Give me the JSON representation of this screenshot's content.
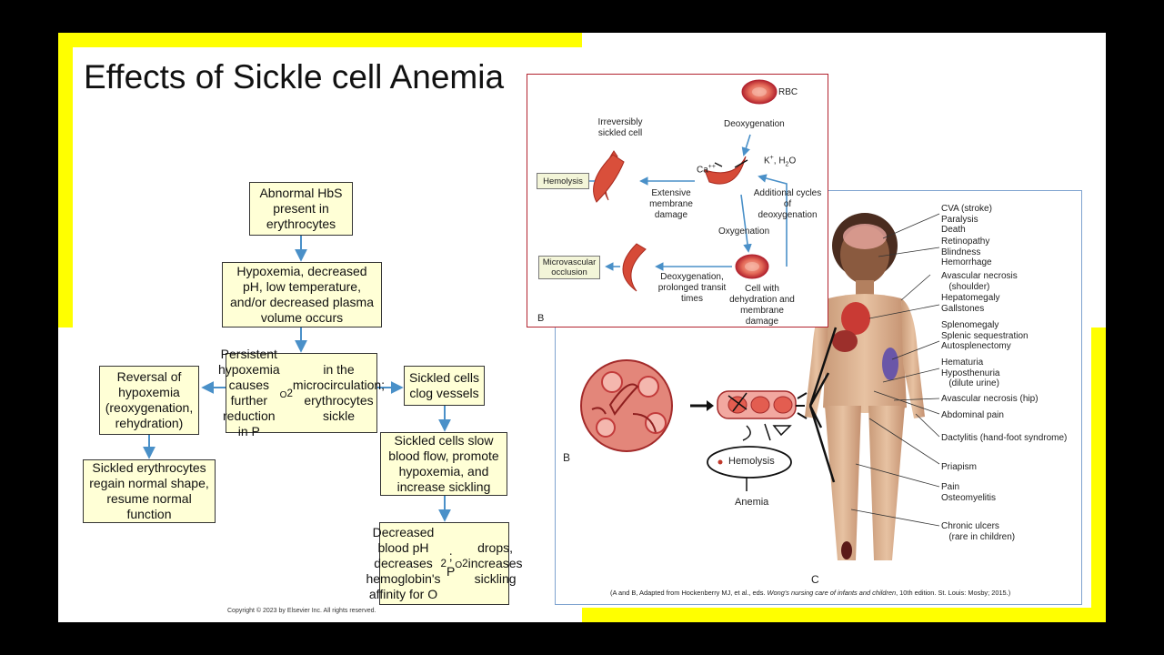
{
  "slide": {
    "title": "Effects of Sickle cell Anemia",
    "colors": {
      "frame": "#ffff00",
      "box_fill": "#ffffd6",
      "arrow": "#4a90c8",
      "rbc": "#c0392b",
      "figure_b_border": "#b2232e",
      "figure_c_border": "#7fa3cf"
    }
  },
  "flowchart": {
    "box1": "Abnormal HbS present in erythrocytes",
    "box2": "Hypoxemia, decreased pH, low temperature, and/or decreased plasma volume occurs",
    "box3": "Persistent hypoxemia causes further reduction in Po2 in the microcirculation; erythrocytes sickle",
    "box3_html": "Persistent hypoxemia causes further reduction in P<span style='font-variant:small-caps'>o</span><sub>2</sub> in the microcirculation; erythrocytes sickle",
    "box4": "Reversal of hypoxemia (reoxygenation, rehydration)",
    "box5": "Sickled erythrocytes regain normal shape, resume normal function",
    "box6": "Sickled cells clog vessels",
    "box7": "Sickled cells slow blood flow, promote hypoxemia, and increase sickling",
    "box8": "Decreased blood pH decreases hemoglobin's affinity for O2; Po2 drops, increases sickling",
    "copyright": "Copyright © 2023 by Elsevier Inc. All rights reserved."
  },
  "figure_b": {
    "rbc": "RBC",
    "deoxygenation": "Deoxygenation",
    "irreversibly": "Irreversibly sickled cell",
    "ca": "Ca++",
    "k_h2o": "K+, H2O",
    "hemolysis_box": "Hemolysis",
    "extensive": "Extensive membrane damage",
    "additional": "Additional cycles of deoxygenation",
    "oxygenation": "Oxygenation",
    "microvascular": "Microvascular occlusion",
    "deox_prolonged": "Deoxygenation, prolonged transit times",
    "cell_with": "Cell with dehydration and membrane damage",
    "label_b": "B"
  },
  "figure_c": {
    "label_b": "B",
    "label_c": "C",
    "hemolysis": "Hemolysis",
    "anemia": "Anemia",
    "labels": [
      "CVA (stroke)\nParalysis\nDeath",
      "Retinopathy\nBlindness\nHemorrhage",
      "Avascular necrosis\n   (shoulder)",
      "Hepatomegaly\nGallstones",
      "Splenomegaly\nSplenic sequestration\nAutosplenectomy",
      "Hematuria\nHyposthenuria\n   (dilute urine)",
      "Avascular necrosis (hip)",
      "Abdominal pain",
      "Dactylitis (hand-foot syndrome)",
      "Priapism",
      "Pain\nOsteomyelitis",
      "Chronic ulcers\n   (rare in children)"
    ],
    "caption": "(A and B, Adapted from Hockenberry MJ, et al., eds. Wong's nursing care of infants and children, 10th edition. St. Louis: Mosby; 2015.)"
  }
}
